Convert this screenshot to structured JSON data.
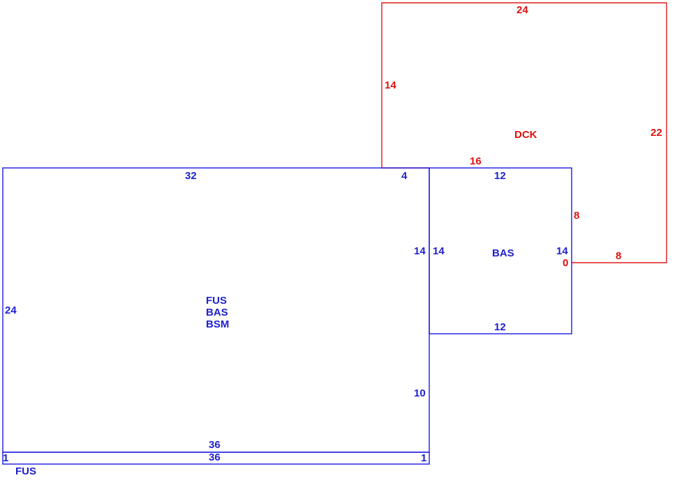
{
  "colors": {
    "main": "#1f1fd0",
    "deck": "#e01010"
  },
  "main_area": {
    "top": "32",
    "top_right": "4",
    "left": "24",
    "right_upper": "14",
    "right_lower": "10",
    "bottom": "36",
    "codes": [
      "FUS",
      "BAS",
      "BSM"
    ]
  },
  "basement_strip": {
    "top": "36",
    "left": "1",
    "right": "1",
    "label": "FUS"
  },
  "addition": {
    "top": "12",
    "bottom": "12",
    "left": "14",
    "right": "14",
    "label": "BAS"
  },
  "deck": {
    "top": "24",
    "left": "14",
    "right": "22",
    "bottom_left": "16",
    "inner_vertical": "8",
    "bottom_right": "8",
    "zero": "0",
    "label": "DCK"
  }
}
